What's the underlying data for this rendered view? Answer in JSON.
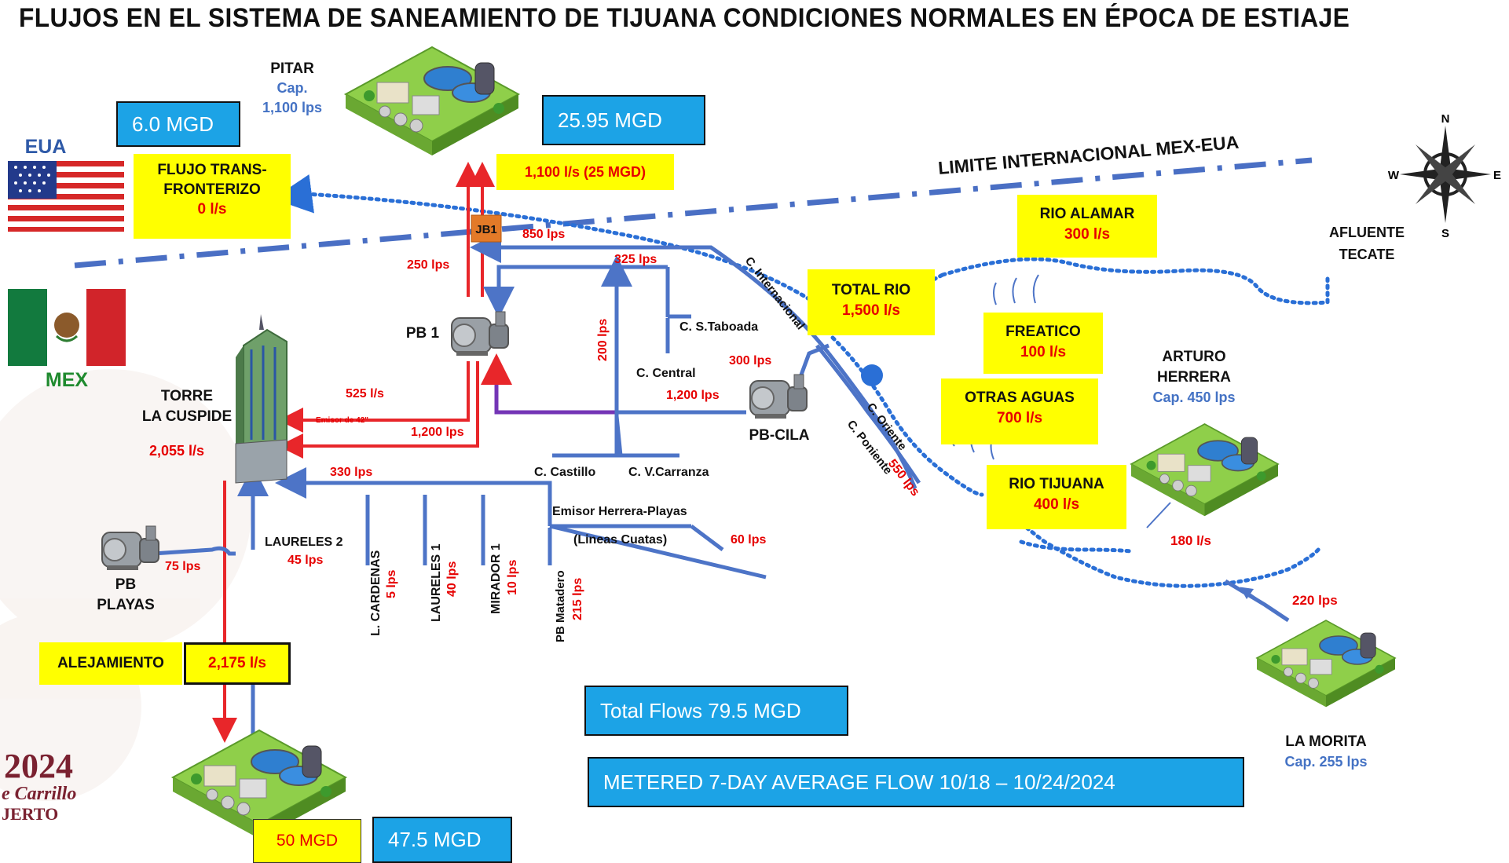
{
  "title": "FLUJOS EN EL SISTEMA DE SANEAMIENTO DE TIJUANA CONDICIONES NORMALES EN ÉPOCA DE ESTIAJE",
  "colors": {
    "pipe_blue": "#4d74c7",
    "pipe_red": "#e8262a",
    "pipe_purple": "#7435b6",
    "box_yellow": "#ffff00",
    "box_blue": "#1ca3e6",
    "text_red": "#e60000",
    "text_blue": "#4472c4"
  },
  "mgd_boxes": {
    "left_top": "6.0 MGD",
    "pitar": "25.95 MGD",
    "total_flows": "Total Flows 79.5 MGD",
    "metered": "METERED 7-DAY AVERAGE FLOW 10/18 – 10/24/2024",
    "bottom_red": "50 MGD",
    "bottom_blue": "47.5 MGD"
  },
  "countries": {
    "usa": "EUA",
    "mex": "MEX"
  },
  "compass": {
    "n": "N",
    "s": "S",
    "e": "E",
    "w": "W"
  },
  "border_label": "LIMITE INTERNACIONAL MEX-EUA",
  "plants": {
    "pitar": {
      "name": "PITAR",
      "cap_label": "Cap.",
      "cap": "1,100 lps"
    },
    "arturo_herrera": {
      "name1": "ARTURO",
      "name2": "HERRERA",
      "cap": "Cap. 450 lps"
    },
    "la_morita": {
      "name": "LA MORITA",
      "cap": "Cap. 255 lps"
    }
  },
  "yellow_boxes": {
    "transfronterizo": {
      "line1": "FLUJO TRANS-",
      "line2": "FRONTERIZO",
      "value": "0 l/s"
    },
    "pitar_flow": "1,100 l/s (25 MGD)",
    "rio_alamar": {
      "label": "RIO ALAMAR",
      "value": "300 l/s"
    },
    "total_rio": {
      "label": "TOTAL RIO",
      "value": "1,500 l/s"
    },
    "freatico": {
      "label": "FREATICO",
      "value": "100 l/s"
    },
    "otras_aguas": {
      "label": "OTRAS AGUAS",
      "value": "700 l/s"
    },
    "rio_tijuana": {
      "label": "RIO TIJUANA",
      "value": "400 l/s"
    },
    "alejamiento": {
      "label": "ALEJAMIENTO",
      "value": "2,175 l/s"
    }
  },
  "labels": {
    "jb1": "JB1",
    "pb1": "PB 1",
    "pb_cila": "PB-CILA",
    "pb_playas1": "PB",
    "pb_playas2": "PLAYAS",
    "torre1": "TORRE",
    "torre2": "LA CUSPIDE",
    "afluente1": "AFLUENTE",
    "afluente2": "TECATE",
    "c_internacional": "C. Internacional",
    "c_oriente": "C. Oriente",
    "c_poniente": "C. Poniente",
    "c_staboada": "C. S.Taboada",
    "c_central": "C. Central",
    "c_castillo": "C. Castillo",
    "c_vcarranza": "C. V.Carranza",
    "emisor_hp": "Emisor Herrera-Playas",
    "lineas_cuatas": "(Lineas Cuatas)",
    "laureles2": "LAURELES 2",
    "l_cardenas": "L. CARDENAS",
    "laureles1": "LAURELES 1",
    "mirador1": "MIRADOR 1",
    "pb_matadero": "PB Matadero",
    "emisor42": "Emisor de 42\"",
    "logo_year": "2024",
    "logo_name": "e Carrillo",
    "logo_name2": "JERTO"
  },
  "flows": {
    "f850": "850 lps",
    "f250": "250 lps",
    "f325": "325 lps",
    "f200": "200 lps",
    "f300": "300 lps",
    "f1200a": "1,200 lps",
    "f525": "525 l/s",
    "f1200b": "1,200 lps",
    "f2055": "2,055 l/s",
    "f330": "330 lps",
    "f45": "45 lps",
    "f75": "75 lps",
    "f5": "5 lps",
    "f40": "40 lps",
    "f10": "10 lps",
    "f215": "215 lps",
    "f60": "60 lps",
    "f550": "550 lps",
    "f180": "180 l/s",
    "f220": "220 lps"
  }
}
